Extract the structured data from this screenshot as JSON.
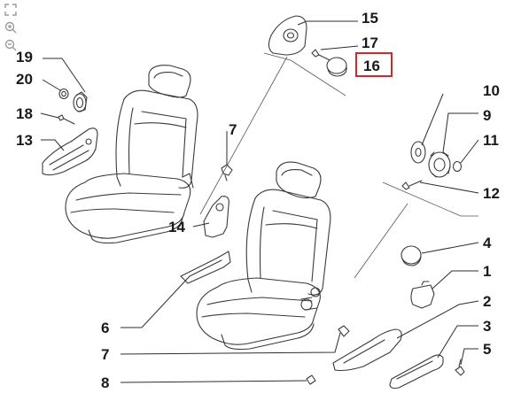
{
  "toolbar": [
    {
      "name": "fullscreen-icon"
    },
    {
      "name": "zoom-in-icon"
    },
    {
      "name": "zoom-out-icon"
    }
  ],
  "highlight_color": "#cc2b2b",
  "labels": {
    "l19": "19",
    "l20": "20",
    "l18": "18",
    "l13": "13",
    "l7a": "7",
    "l14": "14",
    "l6": "6",
    "l7b": "7",
    "l8": "8",
    "l15": "15",
    "l17": "17",
    "l16": "16",
    "l10": "10",
    "l9": "9",
    "l11": "11",
    "l12": "12",
    "l4": "4",
    "l1": "1",
    "l2": "2",
    "l3": "3",
    "l5": "5"
  },
  "highlighted_part": "16"
}
